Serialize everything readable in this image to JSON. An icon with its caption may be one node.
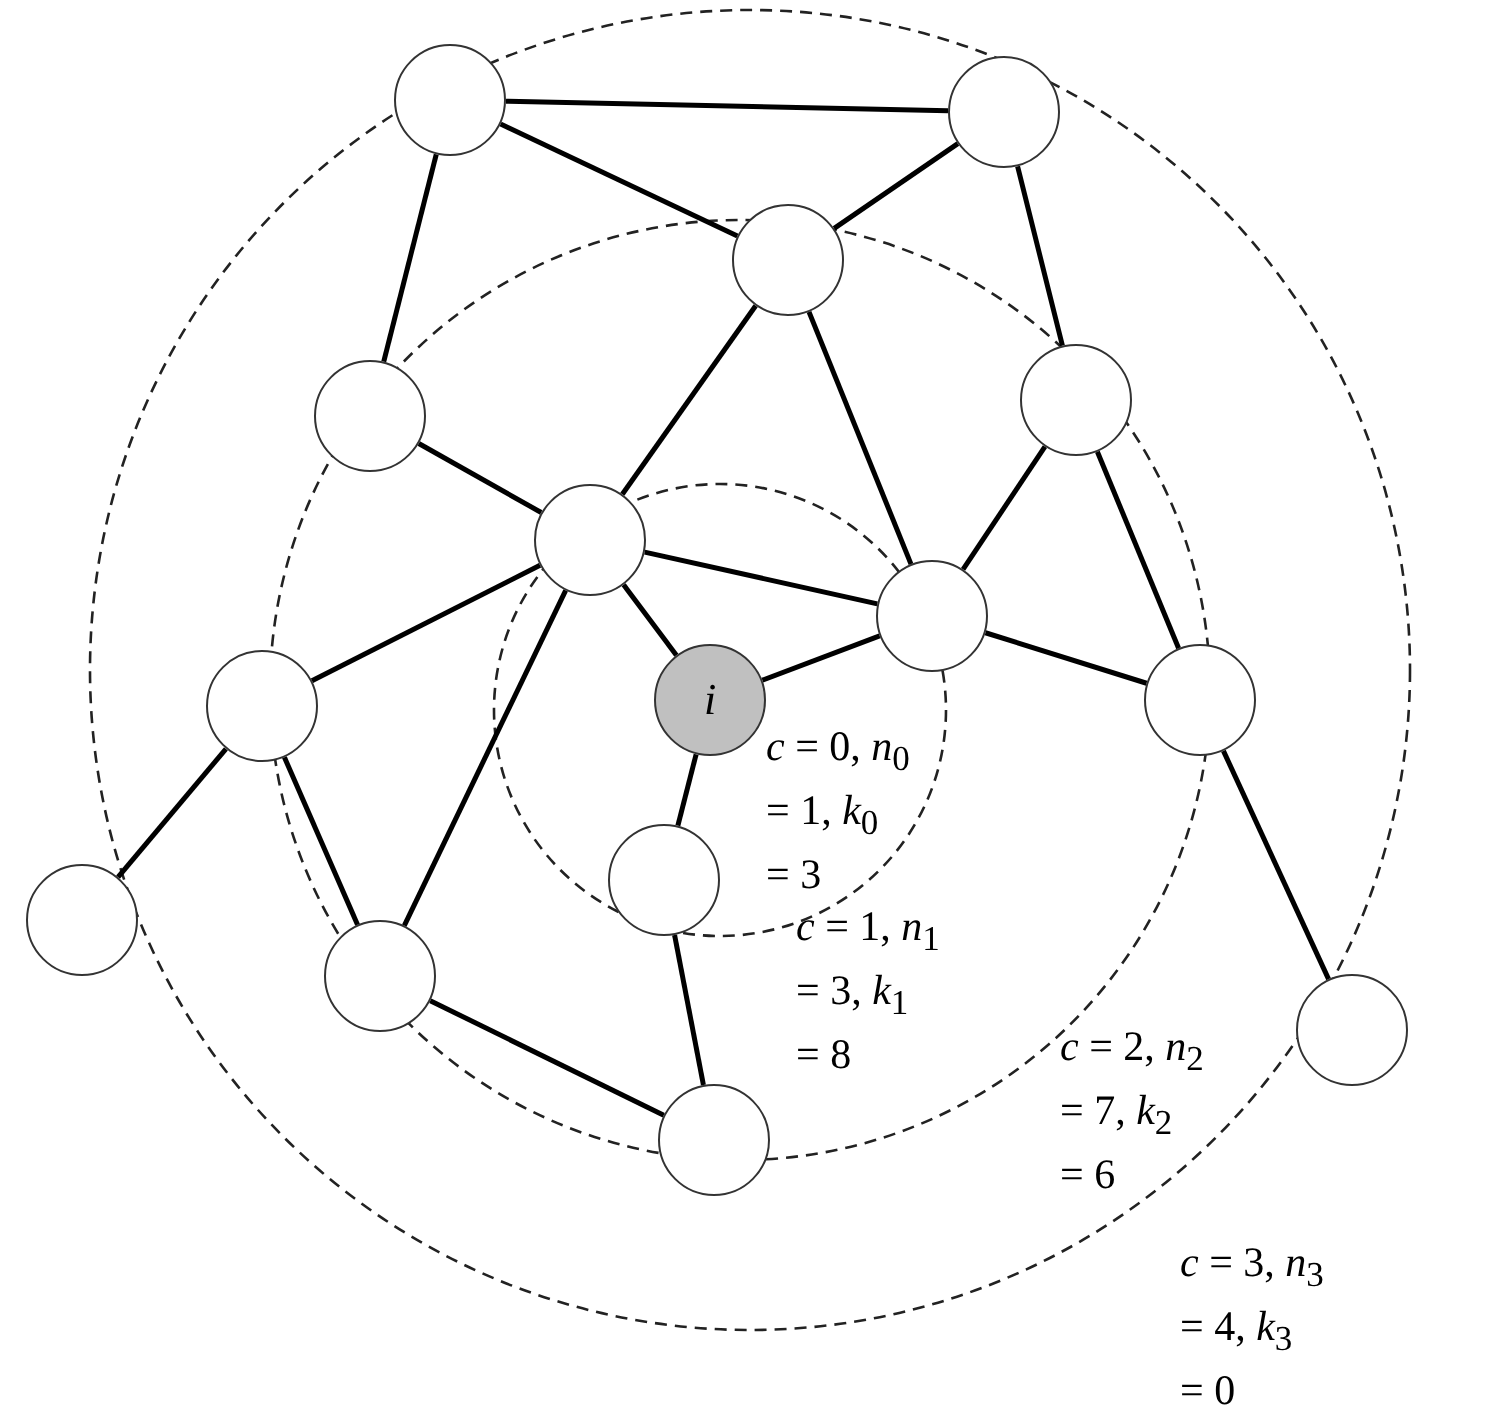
{
  "diagram": {
    "nodes": [
      {
        "text": [],
        "shape": "circle"
      },
      {
        "text": [],
        "shape": "circle"
      },
      {
        "text": [],
        "shape": "circle"
      },
      {
        "text": [],
        "shape": "circle"
      },
      {
        "text": [],
        "shape": "circle"
      },
      {
        "text": [],
        "shape": "circle"
      },
      {
        "text": [],
        "shape": "circle"
      },
      {
        "text": [
          "i"
        ]
      },
      {
        "text": [],
        "shape": "circle"
      },
      {
        "text": [],
        "shape": "circle"
      },
      {
        "text": [],
        "shape": "circle"
      },
      {
        "text": [],
        "shape": "circle"
      },
      {
        "text": [],
        "shape": "circle"
      },
      {
        "text": [],
        "shape": "circle"
      },
      {
        "text": [],
        "shape": "circle"
      }
    ],
    "edges": [
      {
        "from": 0,
        "to": 1,
        "arrow": "none"
      },
      {
        "from": 0,
        "to": 2,
        "arrow": "none"
      },
      {
        "from": 1,
        "to": 2,
        "arrow": "none"
      },
      {
        "from": 0,
        "to": 3,
        "arrow": "none"
      },
      {
        "from": 1,
        "to": 4,
        "arrow": "none"
      },
      {
        "from": 2,
        "to": 5,
        "arrow": "none"
      },
      {
        "from": 2,
        "to": 6,
        "arrow": "none"
      },
      {
        "from": 3,
        "to": 5,
        "arrow": "none"
      },
      {
        "from": 4,
        "to": 6,
        "arrow": "none"
      },
      {
        "from": 4,
        "to": 9,
        "arrow": "none"
      },
      {
        "from": 5,
        "to": 6,
        "arrow": "none"
      },
      {
        "from": 5,
        "to": 7,
        "arrow": "none"
      },
      {
        "from": 5,
        "to": 8,
        "arrow": "none"
      },
      {
        "from": 5,
        "to": 12,
        "arrow": "none"
      },
      {
        "from": 6,
        "to": 7,
        "arrow": "none"
      },
      {
        "from": 6,
        "to": 9,
        "arrow": "none"
      },
      {
        "from": 7,
        "to": 11,
        "arrow": "none"
      },
      {
        "from": 8,
        "to": 10,
        "arrow": "none"
      },
      {
        "from": 8,
        "to": 12,
        "arrow": "none"
      },
      {
        "from": 11,
        "to": 13,
        "arrow": "none"
      },
      {
        "from": 12,
        "to": 13,
        "arrow": "none"
      },
      {
        "from": 9,
        "to": 14,
        "arrow": "none"
      }
    ],
    "labels": [
      "*c* = 0, *n*$_{0}$ = 1, *k*$_{0}$ = 3",
      "*c* = 1, *n*$_{1}$ = 3, *k*$_{1}$ = 8",
      "*c* = 2, *n*$_{2}$ = 7, *k*$_{2}$ = 6",
      "*c* = 3, *n*$_{3}$ = 4, *k*$_{3}$ = 0"
    ]
  }
}
